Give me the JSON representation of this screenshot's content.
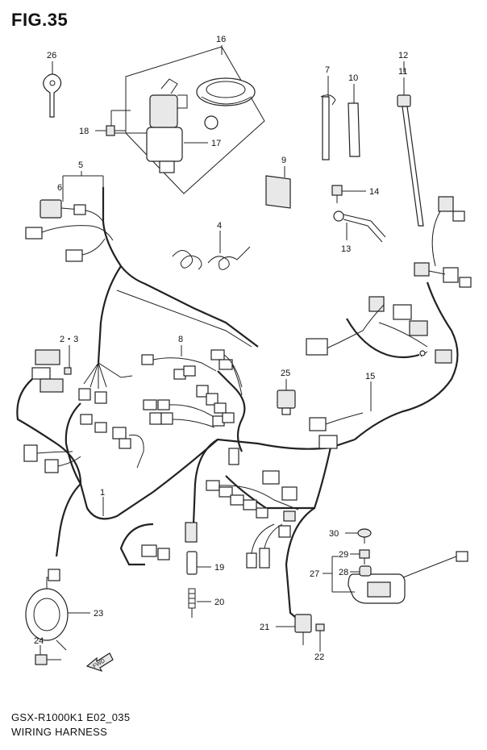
{
  "header": {
    "title": "FIG.35"
  },
  "footer": {
    "model_code": "GSX-R1000K1 E02_035",
    "caption": "WIRING HARNESS"
  },
  "fwd_label": "FWD",
  "callouts": {
    "c1": "1",
    "c23a": "2・3",
    "c4": "4",
    "c5": "5",
    "c6": "6",
    "c7": "7",
    "c8": "8",
    "c9": "9",
    "c10": "10",
    "c11": "11",
    "c12": "12",
    "c13": "13",
    "c14": "14",
    "c15": "15",
    "c16": "16",
    "c17": "17",
    "c18": "18",
    "c19": "19",
    "c20": "20",
    "c21": "21",
    "c22": "22",
    "c23": "23",
    "c24": "24",
    "c25": "25",
    "c26": "26",
    "c27": "27",
    "c28": "28",
    "c29": "29",
    "c30": "30"
  }
}
